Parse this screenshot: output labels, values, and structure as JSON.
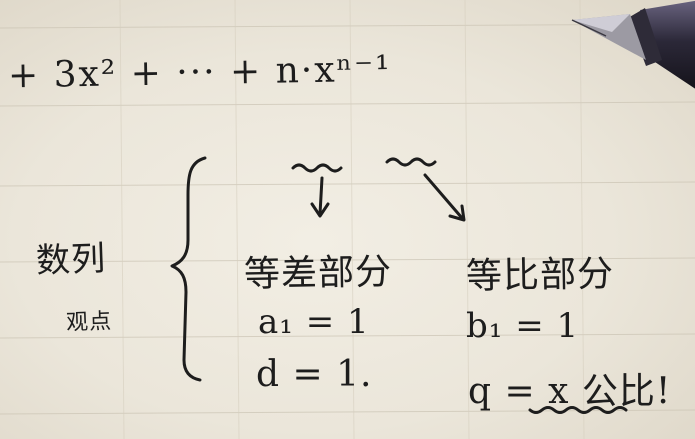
{
  "photo": {
    "formula": "+ 3x² + ··· + n·xⁿ⁻¹",
    "left_labels": [
      "数列",
      "观点"
    ],
    "columns": [
      {
        "heading": "等差部分",
        "lines": [
          "a₁ = 1",
          "d = 1."
        ]
      },
      {
        "heading": "等比部分",
        "lines": [
          "b₁ = 1",
          "q = x 公比!"
        ]
      }
    ]
  }
}
